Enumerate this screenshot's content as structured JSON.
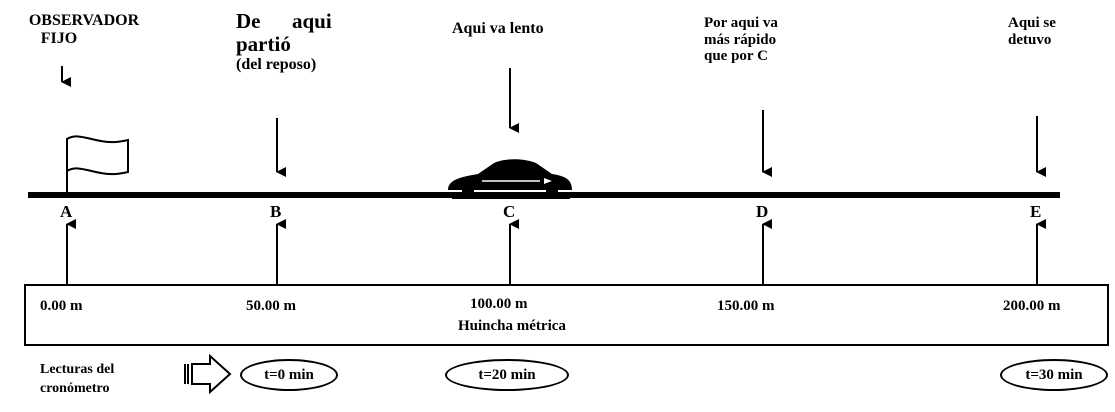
{
  "observer_label_1": "OBSERVADOR",
  "observer_label_2": "FIJO",
  "start_label_1": "De      aqui",
  "start_label_2": "partió",
  "start_label_3": "(del reposo)",
  "slow_label": "Aqui va lento",
  "fast_label_1": "Por aqui va",
  "fast_label_2": "más rápido",
  "fast_label_3": "que por C",
  "stop_label_1": "Aqui se",
  "stop_label_2": "detuvo",
  "points": [
    "A",
    "B",
    "C",
    "D",
    "E"
  ],
  "tape_marks": [
    "0.00 m",
    "50.00 m",
    "100.00 m",
    "150.00 m",
    "200.00 m"
  ],
  "tape_title": "Huincha métrica",
  "readings_label_1": "Lecturas del",
  "readings_label_2": "cronómetro",
  "times": [
    "t=0 min",
    "t=20 min",
    "t=30 min"
  ]
}
